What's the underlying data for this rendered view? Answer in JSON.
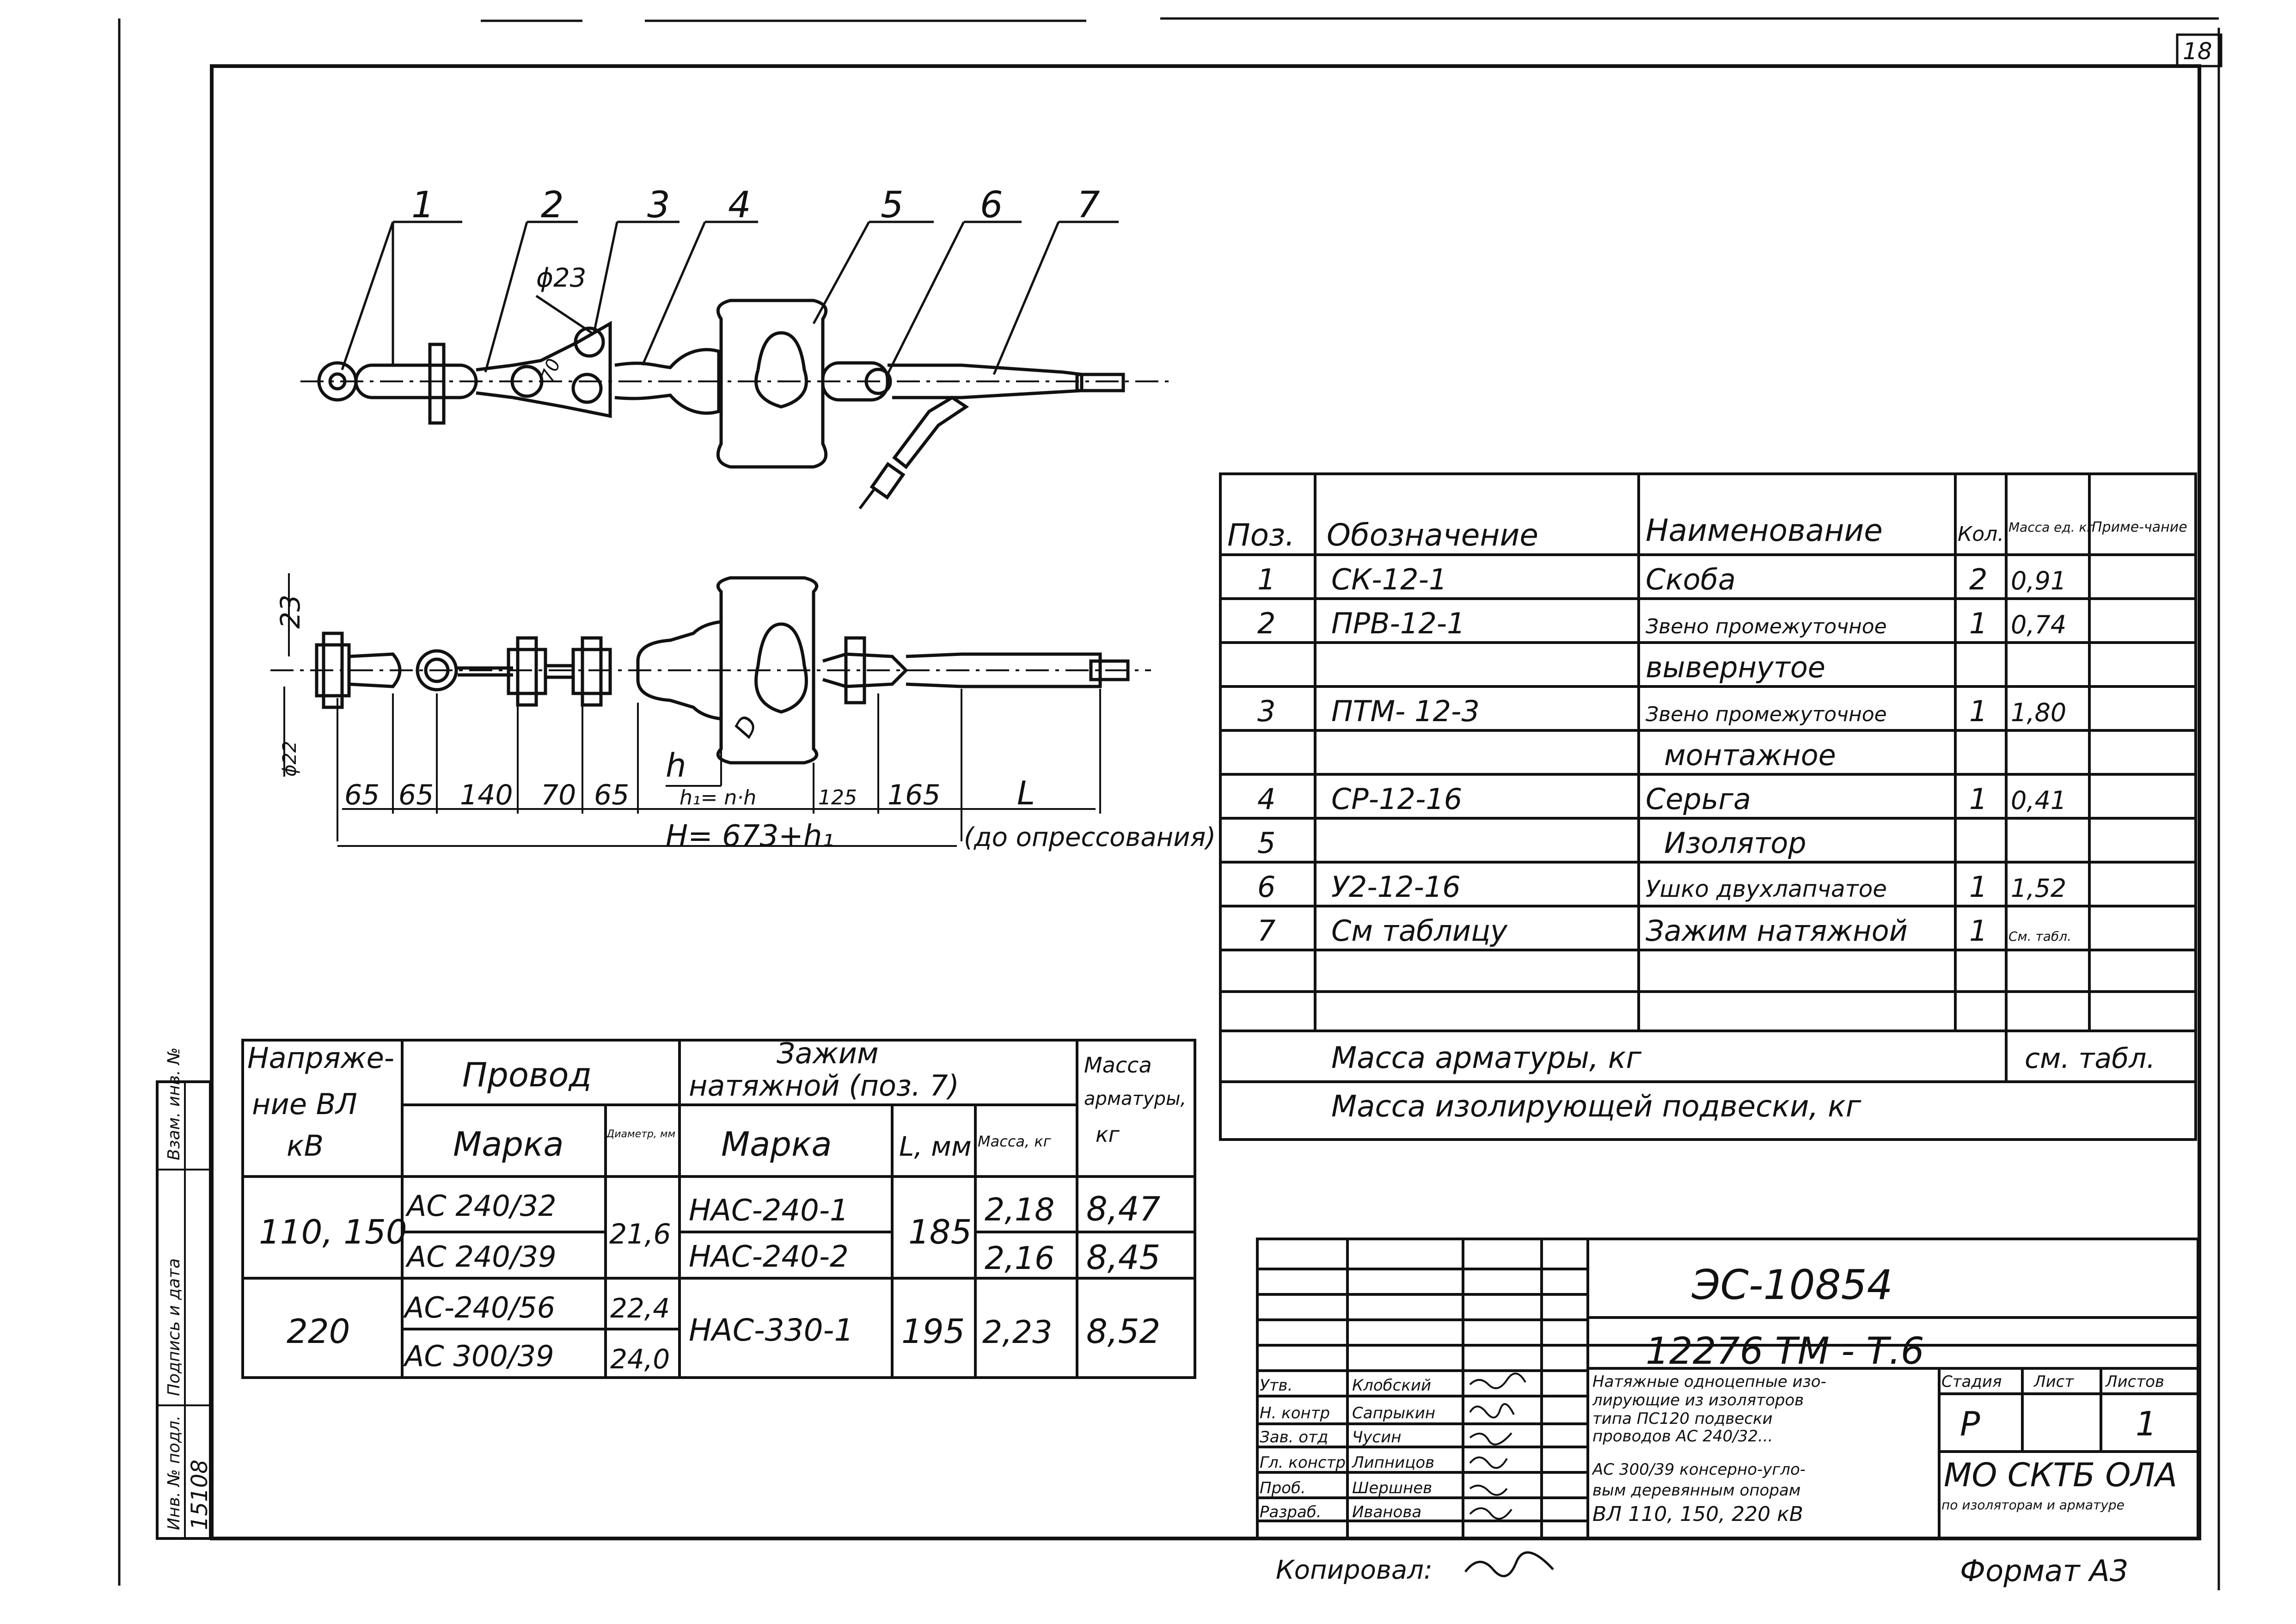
{
  "sheet": {
    "number": "18",
    "copied_by": "Копировал:",
    "format": "Формат А3"
  },
  "drawing": {
    "callouts": [
      "1",
      "2",
      "3",
      "4",
      "5",
      "6",
      "7"
    ],
    "diameter": "ϕ23",
    "dim_70": "70",
    "dim_23": "23",
    "dim_d_left": "ϕ22",
    "chain_dims": [
      "65",
      "65",
      "140",
      "70",
      "65",
      "h₁= n·h",
      "125",
      "165",
      "L"
    ],
    "h": "h",
    "D": "D",
    "total": "H= 673+h₁",
    "note": "(до опрессования)"
  },
  "spec": {
    "headers": {
      "pos": "Поз.",
      "designation": "Обозначение",
      "name": "Наименование",
      "qty": "Кол.",
      "mass": "Масса ед. кг",
      "note": "Приме-чание"
    },
    "rows": [
      {
        "pos": "1",
        "designation": "СК-12-1",
        "name": "Скоба",
        "qty": "2",
        "mass": "0,91",
        "note": ""
      },
      {
        "pos": "2",
        "designation": "ПРВ-12-1",
        "name": "Звено промежуточное",
        "qty": "1",
        "mass": "0,74",
        "note": ""
      },
      {
        "pos": "",
        "designation": "",
        "name": "вывернутое",
        "qty": "",
        "mass": "",
        "note": ""
      },
      {
        "pos": "3",
        "designation": "ПТМ- 12-3",
        "name": "Звено промежуточное",
        "qty": "1",
        "mass": "1,80",
        "note": ""
      },
      {
        "pos": "",
        "designation": "",
        "name": "монтажное",
        "qty": "",
        "mass": "",
        "note": ""
      },
      {
        "pos": "4",
        "designation": "СР-12-16",
        "name": "Серьга",
        "qty": "1",
        "mass": "0,41",
        "note": ""
      },
      {
        "pos": "5",
        "designation": "",
        "name": "Изолятор",
        "qty": "",
        "mass": "",
        "note": ""
      },
      {
        "pos": "6",
        "designation": "У2-12-16",
        "name": "Ушко двухлапчатое",
        "qty": "1",
        "mass": "1,52",
        "note": ""
      },
      {
        "pos": "7",
        "designation": "См таблицу",
        "name": "Зажим натяжной",
        "qty": "1",
        "mass": "См. табл.",
        "note": ""
      },
      {
        "pos": "",
        "designation": "",
        "name": "",
        "qty": "",
        "mass": "",
        "note": ""
      },
      {
        "pos": "",
        "designation": "",
        "name": "",
        "qty": "",
        "mass": "",
        "note": ""
      }
    ],
    "mass_armature": "Масса арматуры, кг",
    "mass_armature_value": "см. табл.",
    "mass_suspension": "Масса изолирующей подвески, кг"
  },
  "wire_table": {
    "h_voltage": "Напряже-ние ВЛ кВ",
    "h_wire": "Провод",
    "h_clamp": "Зажим натяжной (поз. 7)",
    "h_mass": "Масса арматуры, кг",
    "h_brand": "Марка",
    "h_diam": "Диаметр, мм",
    "h_clamp_brand": "Марка",
    "h_L": "L, мм",
    "h_clamp_mass": "Масса, кг",
    "v110": "110, 150",
    "v220": "220",
    "w1": "АС 240/32",
    "w2": "АС 240/39",
    "w3": "АС-240/56",
    "w4": "АС 300/39",
    "d12": "21,6",
    "d3": "22,4",
    "d4": "24,0",
    "c1": "НАС-240-1",
    "c2": "НАС-240-2",
    "c3": "НАС-330-1",
    "L12": "185",
    "L3": "195",
    "m1": "2,18",
    "m2": "2,16",
    "m3": "2,23",
    "a1": "8,47",
    "a2": "8,45",
    "a3": "8,52"
  },
  "title_block": {
    "code": "ЭС-10854",
    "project": "12276 ТМ - Т.6",
    "roles": [
      "Утв.",
      "Н. контр",
      "Зав. отд",
      "Гл. констр",
      "Проб.",
      "Разраб."
    ],
    "names": [
      "Клобский",
      "Сапрыкин",
      "Чусин",
      "Липницов",
      "Шершнев",
      "Иванова"
    ],
    "title": "Натяжные одноцепные изолирующие из изоляторов типа ПС120 подвески проводов АС 240/32... АС 300/39 консерно-угловым деревянным опорам ВЛ 110, 150, 220 кВ",
    "stage_h": "Стадия",
    "sheet_h": "Лист",
    "sheets_h": "Листов",
    "stage": "Р",
    "sheets": "1",
    "org": "МО СКТБ ОЛА",
    "org_sub": "по изоляторам и арматуре"
  },
  "margin": {
    "inv_label": "Инв. № подл.",
    "sign_label": "Подпись и дата",
    "repl_label": "Взам. инв. №",
    "inv_value": "15108"
  }
}
